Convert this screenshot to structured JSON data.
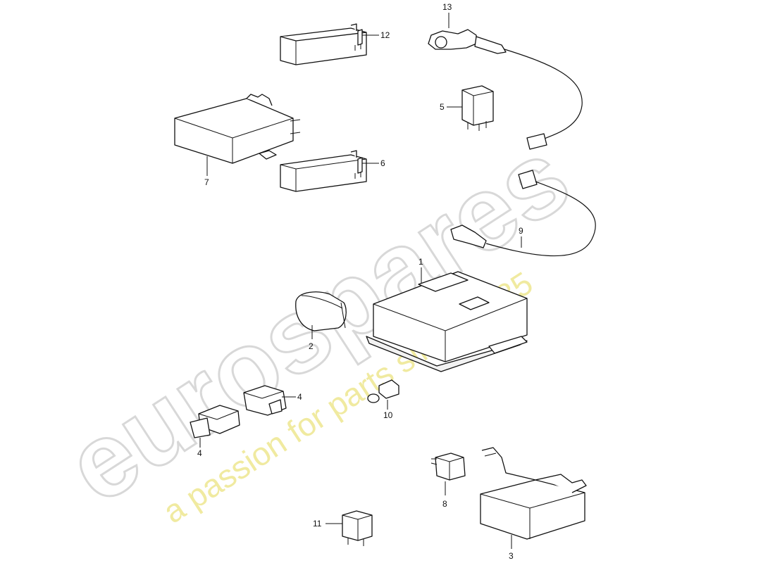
{
  "watermark": {
    "brand": "eurospares",
    "tagline": "a passion for parts since 1985"
  },
  "callouts": {
    "c1": "1",
    "c2": "2",
    "c3": "3",
    "c4a": "4",
    "c4b": "4",
    "c5": "5",
    "c6": "6",
    "c7": "7",
    "c8": "8",
    "c9": "9",
    "c10": "10",
    "c11": "11",
    "c12": "12",
    "c13": "13"
  }
}
